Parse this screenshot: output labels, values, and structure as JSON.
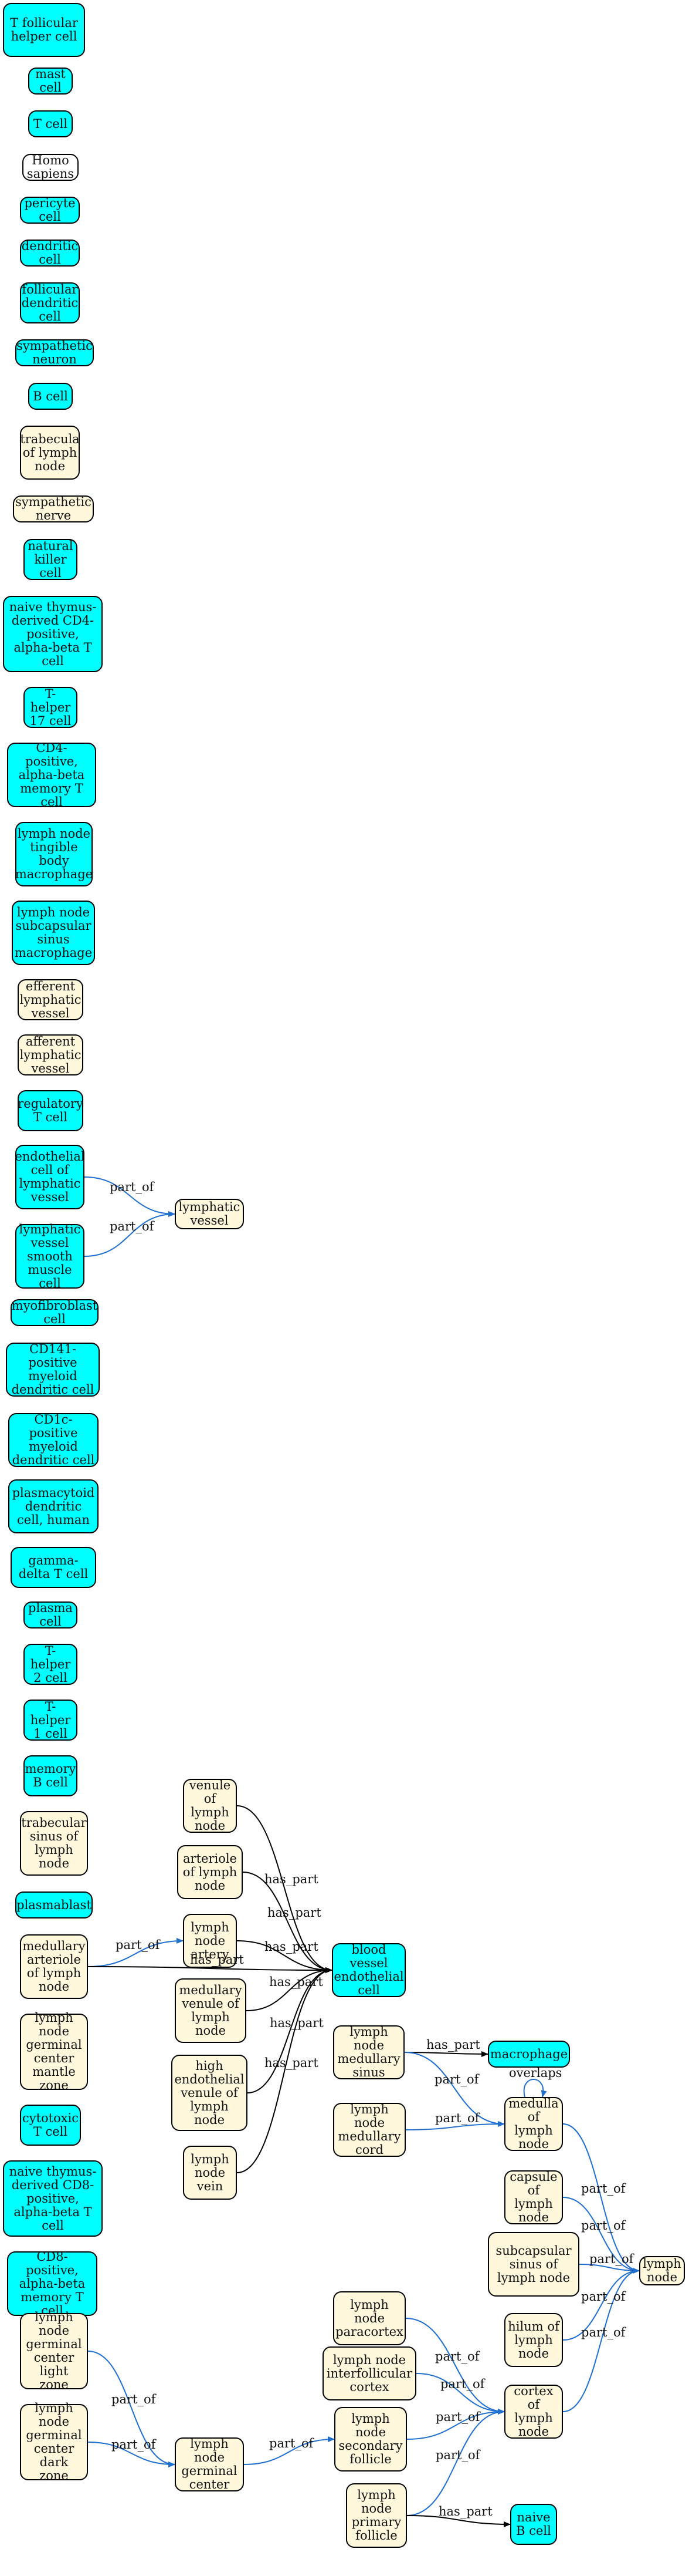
{
  "nodes": [
    {
      "id": "tfh",
      "label": "T follicular helper cell",
      "kind": "cell"
    },
    {
      "id": "mast",
      "label": "mast cell",
      "kind": "cell"
    },
    {
      "id": "tcell",
      "label": "T cell",
      "kind": "cell"
    },
    {
      "id": "homo",
      "label": "Homo sapiens",
      "kind": "org"
    },
    {
      "id": "pericyte",
      "label": "pericyte cell",
      "kind": "cell"
    },
    {
      "id": "dendritic",
      "label": "dendritic cell",
      "kind": "cell"
    },
    {
      "id": "fdc",
      "label": "follicular dendritic cell",
      "kind": "cell"
    },
    {
      "id": "sympneuron",
      "label": "sympathetic neuron",
      "kind": "cell"
    },
    {
      "id": "bcell",
      "label": "B cell",
      "kind": "cell"
    },
    {
      "id": "trabecula",
      "label": "trabecula of lymph node",
      "kind": "anat"
    },
    {
      "id": "sympnerve",
      "label": "sympathetic nerve",
      "kind": "anat"
    },
    {
      "id": "nk",
      "label": "natural killer cell",
      "kind": "cell"
    },
    {
      "id": "naivecd4",
      "label": "naive thymus-derived CD4-positive, alpha-beta T cell",
      "kind": "cell"
    },
    {
      "id": "th17",
      "label": "T-helper 17 cell",
      "kind": "cell"
    },
    {
      "id": "cd4mem",
      "label": "CD4-positive, alpha-beta memory T cell",
      "kind": "cell"
    },
    {
      "id": "tbm",
      "label": "lymph node tingible body macrophage",
      "kind": "cell"
    },
    {
      "id": "scsmac",
      "label": "lymph node subcapsular sinus macrophage",
      "kind": "cell"
    },
    {
      "id": "efflv",
      "label": "efferent lymphatic vessel",
      "kind": "anat"
    },
    {
      "id": "afflv",
      "label": "afferent lymphatic vessel",
      "kind": "anat"
    },
    {
      "id": "treg",
      "label": "regulatory T cell",
      "kind": "cell"
    },
    {
      "id": "lec",
      "label": "endothelial cell of lymphatic vessel",
      "kind": "cell"
    },
    {
      "id": "lvsmc",
      "label": "lymphatic vessel smooth muscle cell",
      "kind": "cell"
    },
    {
      "id": "lv",
      "label": "lymphatic vessel",
      "kind": "anat"
    },
    {
      "id": "myofib",
      "label": "myofibroblast cell",
      "kind": "cell"
    },
    {
      "id": "cd141",
      "label": "CD141-positive myeloid dendritic cell",
      "kind": "cell"
    },
    {
      "id": "cd1c",
      "label": "CD1c-positive myeloid dendritic cell",
      "kind": "cell"
    },
    {
      "id": "pdc",
      "label": "plasmacytoid dendritic cell, human",
      "kind": "cell"
    },
    {
      "id": "gdt",
      "label": "gamma-delta T cell",
      "kind": "cell"
    },
    {
      "id": "plasma",
      "label": "plasma cell",
      "kind": "cell"
    },
    {
      "id": "th2",
      "label": "T-helper 2 cell",
      "kind": "cell"
    },
    {
      "id": "th1",
      "label": "T-helper 1 cell",
      "kind": "cell"
    },
    {
      "id": "memb",
      "label": "memory B cell",
      "kind": "cell"
    },
    {
      "id": "trabsinus",
      "label": "trabecular sinus of lymph node",
      "kind": "anat"
    },
    {
      "id": "plasmablast",
      "label": "plasmablast",
      "kind": "cell"
    },
    {
      "id": "medart",
      "label": "medullary arteriole of lymph node",
      "kind": "anat"
    },
    {
      "id": "mantle",
      "label": "lymph node germinal center mantle zone",
      "kind": "anat"
    },
    {
      "id": "cytotoxic",
      "label": "cytotoxic T cell",
      "kind": "cell"
    },
    {
      "id": "naivecd8",
      "label": "naive thymus-derived CD8-positive, alpha-beta T cell",
      "kind": "cell"
    },
    {
      "id": "cd8mem",
      "label": "CD8-positive, alpha-beta memory T cell",
      "kind": "cell"
    },
    {
      "id": "lightzone",
      "label": "lymph node germinal center light zone",
      "kind": "anat"
    },
    {
      "id": "darkzone",
      "label": "lymph node germinal center dark zone",
      "kind": "anat"
    },
    {
      "id": "gc",
      "label": "lymph node germinal center",
      "kind": "anat"
    },
    {
      "id": "venule",
      "label": "venule of lymph node",
      "kind": "anat"
    },
    {
      "id": "arteriole",
      "label": "arteriole of lymph node",
      "kind": "anat"
    },
    {
      "id": "artery",
      "label": "lymph node artery",
      "kind": "anat"
    },
    {
      "id": "medvenule",
      "label": "medullary venule of lymph node",
      "kind": "anat"
    },
    {
      "id": "hev",
      "label": "high endothelial venule of lymph node",
      "kind": "anat"
    },
    {
      "id": "vein",
      "label": "lymph node vein",
      "kind": "anat"
    },
    {
      "id": "bvec",
      "label": "blood vessel endothelial cell",
      "kind": "cell"
    },
    {
      "id": "medsinus",
      "label": "lymph node medullary sinus",
      "kind": "anat"
    },
    {
      "id": "macrophage",
      "label": "macrophage",
      "kind": "cell"
    },
    {
      "id": "medcord",
      "label": "lymph node medullary cord",
      "kind": "anat"
    },
    {
      "id": "medulla",
      "label": "medulla of lymph node",
      "kind": "anat"
    },
    {
      "id": "capsule",
      "label": "capsule of lymph node",
      "kind": "anat"
    },
    {
      "id": "subcapsinus",
      "label": "subcapsular sinus of lymph node",
      "kind": "anat"
    },
    {
      "id": "ln",
      "label": "lymph node",
      "kind": "anat"
    },
    {
      "id": "paracortex",
      "label": "lymph node paracortex",
      "kind": "anat"
    },
    {
      "id": "hilum",
      "label": "hilum of lymph node",
      "kind": "anat"
    },
    {
      "id": "interfoll",
      "label": "lymph node interfollicular cortex",
      "kind": "anat"
    },
    {
      "id": "cortex",
      "label": "cortex of lymph node",
      "kind": "anat"
    },
    {
      "id": "secfoll",
      "label": "lymph node secondary follicle",
      "kind": "anat"
    },
    {
      "id": "primfoll",
      "label": "lymph node primary follicle",
      "kind": "anat"
    },
    {
      "id": "naiveb",
      "label": "naive B cell",
      "kind": "cell"
    }
  ],
  "edges": [
    {
      "from": "lec",
      "to": "lv",
      "label": "part_of",
      "color": "#1f6fcf"
    },
    {
      "from": "lvsmc",
      "to": "lv",
      "label": "part_of",
      "color": "#1f6fcf"
    },
    {
      "from": "venule",
      "to": "bvec",
      "label": "has_part",
      "color": "#000000"
    },
    {
      "from": "arteriole",
      "to": "bvec",
      "label": "has_part",
      "color": "#000000"
    },
    {
      "from": "artery",
      "to": "bvec",
      "label": "has_part",
      "color": "#000000"
    },
    {
      "from": "medart",
      "to": "artery",
      "label": "part_of",
      "color": "#1f6fcf"
    },
    {
      "from": "medart",
      "to": "bvec",
      "label": "has_part",
      "color": "#000000"
    },
    {
      "from": "medvenule",
      "to": "bvec",
      "label": "has_part",
      "color": "#000000"
    },
    {
      "from": "hev",
      "to": "bvec",
      "label": "has_part",
      "color": "#000000"
    },
    {
      "from": "vein",
      "to": "bvec",
      "label": "has_part",
      "color": "#000000"
    },
    {
      "from": "medsinus",
      "to": "macrophage",
      "label": "has_part",
      "color": "#000000"
    },
    {
      "from": "medsinus",
      "to": "medulla",
      "label": "part_of",
      "color": "#1f6fcf"
    },
    {
      "from": "medcord",
      "to": "medulla",
      "label": "part_of",
      "color": "#1f6fcf"
    },
    {
      "from": "medulla",
      "to": "medulla",
      "label": "overlaps",
      "color": "#1f6fcf"
    },
    {
      "from": "medulla",
      "to": "ln",
      "label": "part_of",
      "color": "#1f6fcf"
    },
    {
      "from": "capsule",
      "to": "ln",
      "label": "part_of",
      "color": "#1f6fcf"
    },
    {
      "from": "subcapsinus",
      "to": "ln",
      "label": "part_of",
      "color": "#1f6fcf"
    },
    {
      "from": "hilum",
      "to": "ln",
      "label": "part_of",
      "color": "#1f6fcf"
    },
    {
      "from": "cortex",
      "to": "ln",
      "label": "part_of",
      "color": "#1f6fcf"
    },
    {
      "from": "paracortex",
      "to": "cortex",
      "label": "part_of",
      "color": "#1f6fcf"
    },
    {
      "from": "interfoll",
      "to": "cortex",
      "label": "part_of",
      "color": "#1f6fcf"
    },
    {
      "from": "secfoll",
      "to": "cortex",
      "label": "part_of",
      "color": "#1f6fcf"
    },
    {
      "from": "primfoll",
      "to": "cortex",
      "label": "part_of",
      "color": "#1f6fcf"
    },
    {
      "from": "primfoll",
      "to": "naiveb",
      "label": "has_part",
      "color": "#000000"
    },
    {
      "from": "lightzone",
      "to": "gc",
      "label": "part_of",
      "color": "#1f6fcf"
    },
    {
      "from": "darkzone",
      "to": "gc",
      "label": "part_of",
      "color": "#1f6fcf"
    },
    {
      "from": "gc",
      "to": "secfoll",
      "label": "part_of",
      "color": "#1f6fcf"
    }
  ],
  "colors": {
    "cell": "#00ffff",
    "anatomy": "#fff8dc",
    "organism": "#ffffff",
    "part_of": "#1f6fcf",
    "has_part": "#000000"
  }
}
